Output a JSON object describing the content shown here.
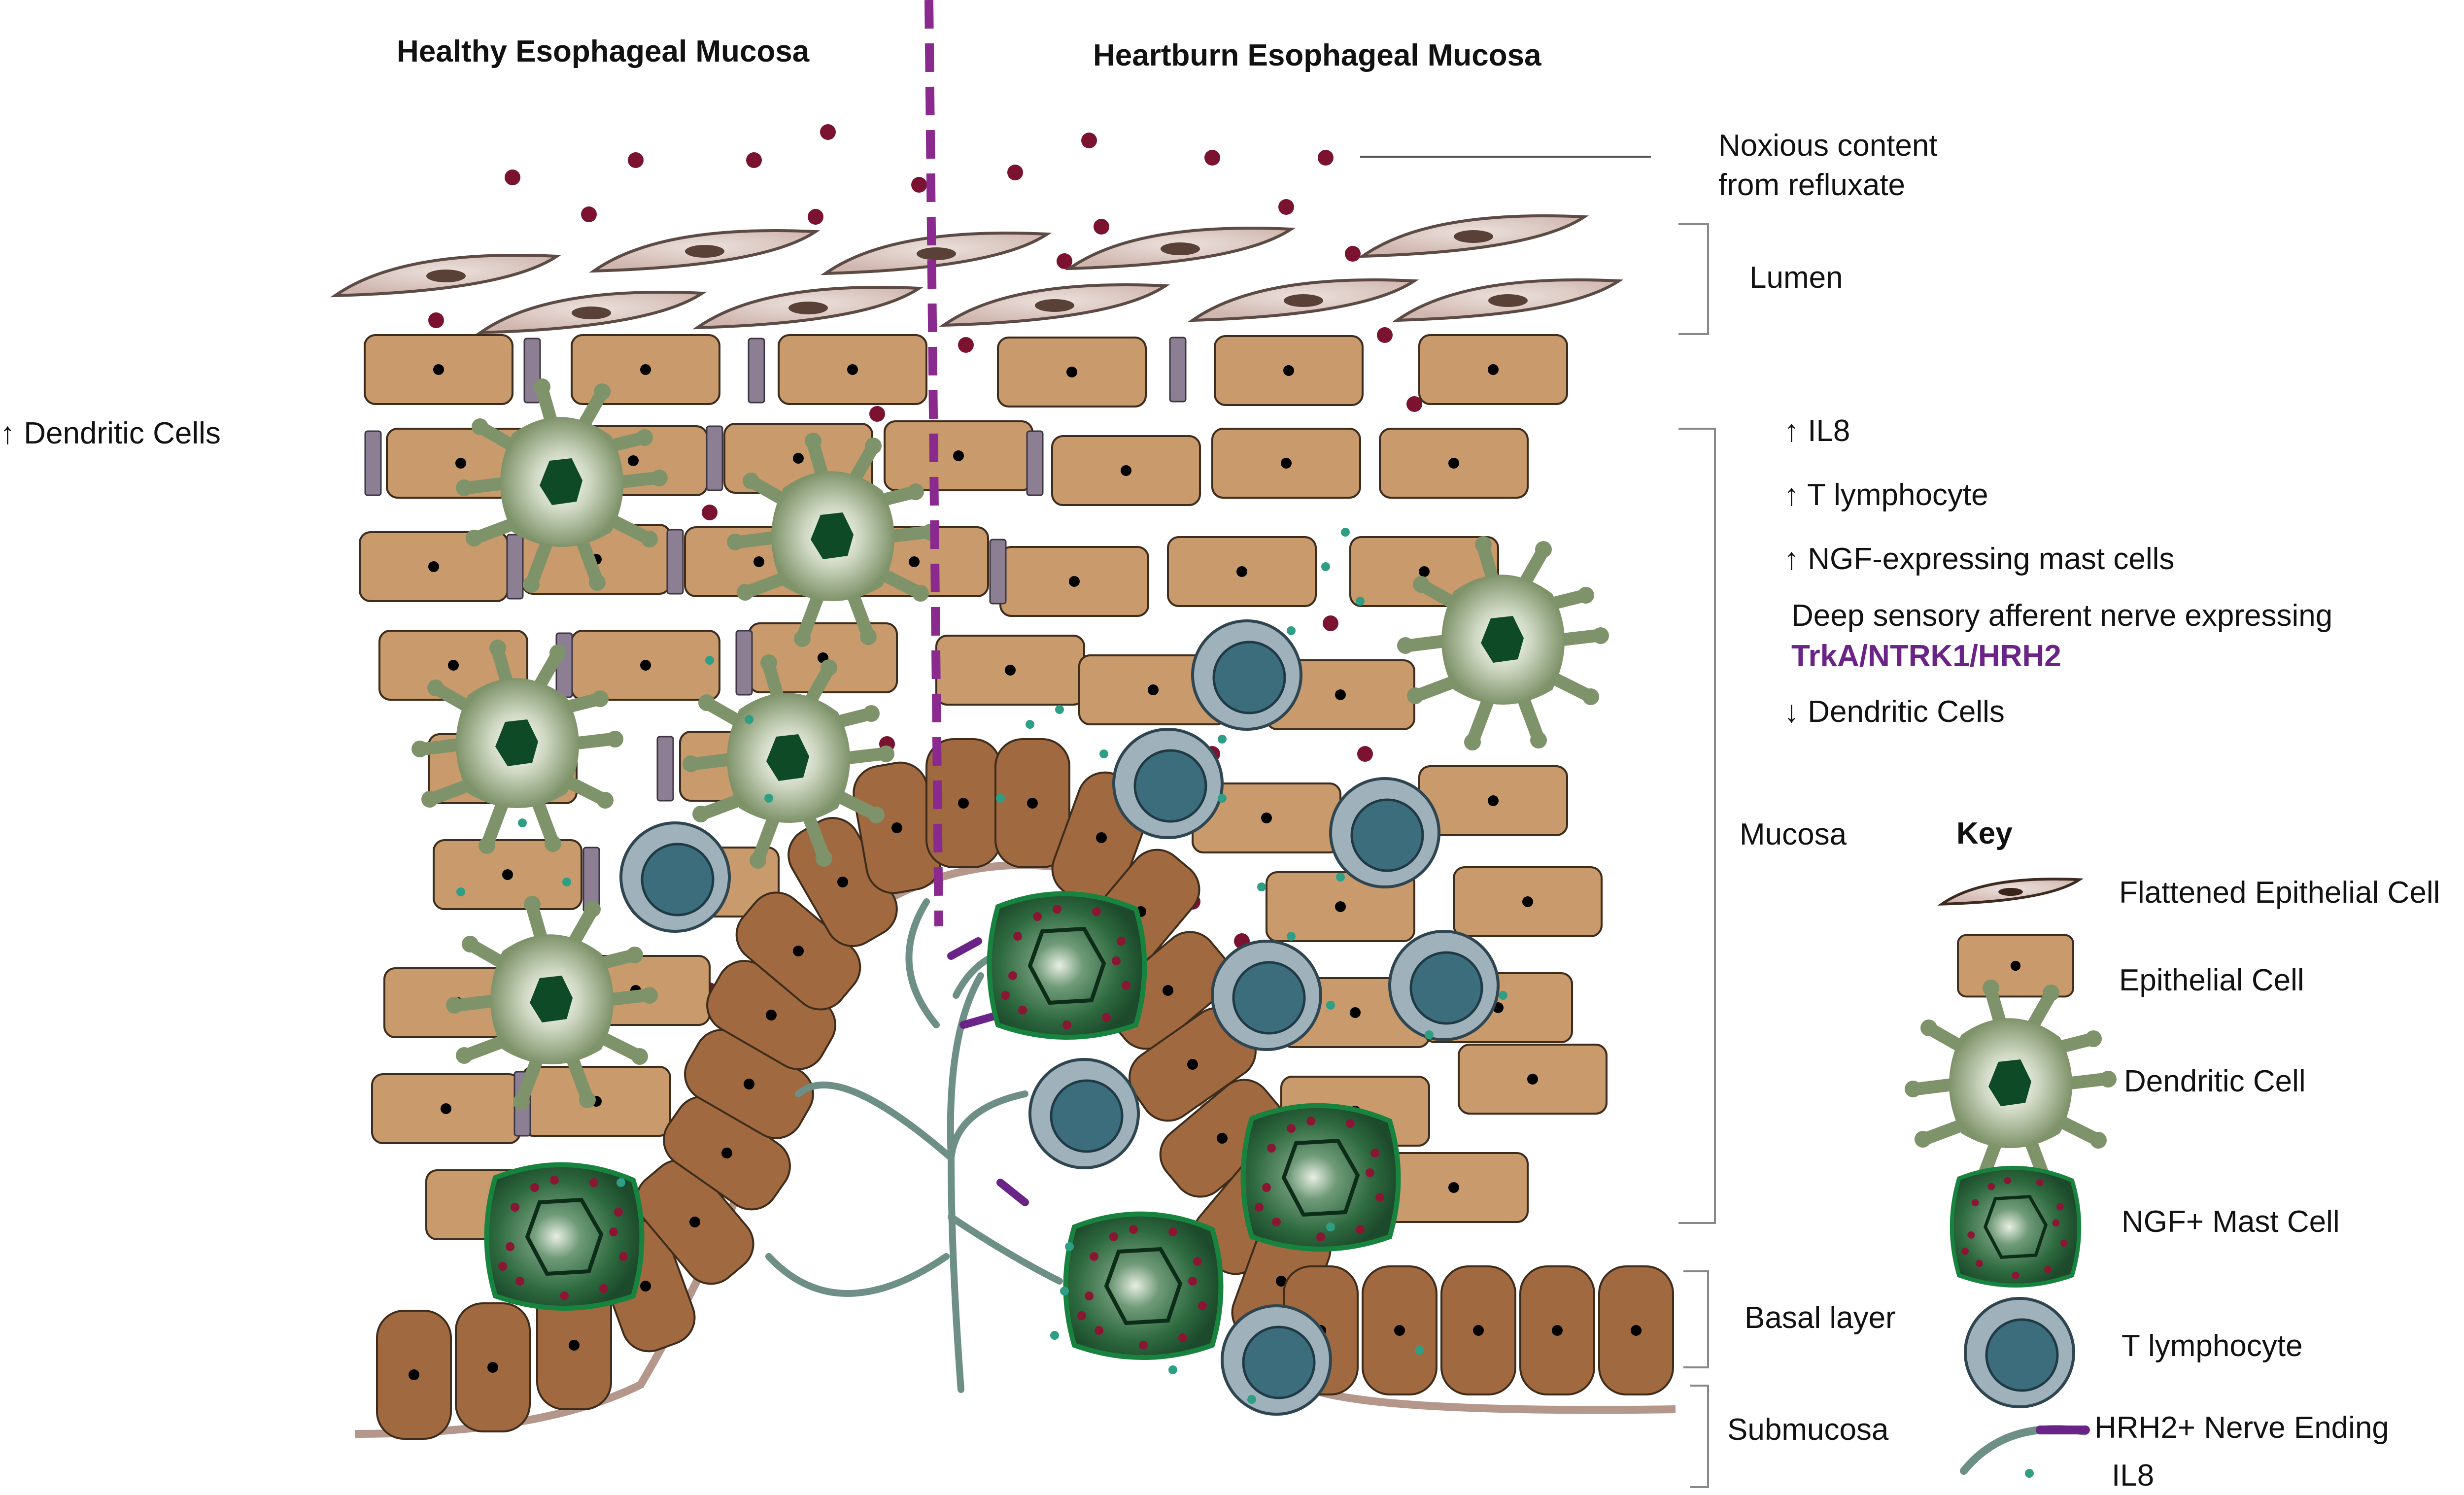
{
  "header": {
    "left_title": "Healthy Esophageal Mucosa",
    "right_title": "Heartburn Esophageal Mucosa"
  },
  "left_note": "↑ Dendritic Cells",
  "annotations": {
    "noxious_line1": "Noxious content",
    "noxious_line2": "from refluxate",
    "lumen": "Lumen",
    "mucosa": "Mucosa",
    "basal_layer": "Basal layer",
    "submucosa": "Submucosa"
  },
  "heartburn_changes": {
    "il8": "↑ IL8",
    "t_lymph": "↑ T lymphocyte",
    "ngf_mast": "↑ NGF-expressing mast cells",
    "nerve_line": "Deep sensory afferent nerve expressing",
    "nerve_genes": "TrkA/NTRK1/HRH2",
    "dendritic": "↓ Dendritic Cells"
  },
  "key": {
    "title": "Key",
    "items": [
      {
        "icon": "flattened-epithelial-cell-icon",
        "label": "Flattened Epithelial Cell"
      },
      {
        "icon": "epithelial-cell-icon",
        "label": "Epithelial Cell"
      },
      {
        "icon": "dendritic-cell-icon",
        "label": "Dendritic Cell"
      },
      {
        "icon": "ngf-mast-cell-icon",
        "label": "NGF+ Mast Cell"
      },
      {
        "icon": "t-lymphocyte-icon",
        "label": "T lymphocyte"
      },
      {
        "icon": "hrh2-nerve-ending-icon",
        "label": "HRH2+ Nerve Ending"
      },
      {
        "icon": "il8-dot-icon",
        "label": "IL8"
      }
    ]
  },
  "colors": {
    "flattened_cell": "#d9c2bb",
    "epithelial_cell": "#c99a6b",
    "basal_cell": "#a0693f",
    "dendritic_cell": "#7f936a",
    "dendritic_nucleus": "#0f4a27",
    "mast_cell": "#2e6a3f",
    "mast_granule": "#8a1633",
    "t_lymphocyte_outer": "#9fb1bb",
    "t_lymphocyte_inner": "#3c6d7d",
    "nerve": "#6d8f86",
    "nerve_ending": "#6a2387",
    "il8": "#2e9f85",
    "noxious": "#7a1230",
    "divider": "#8a2a8f",
    "junction": "#8c7f94",
    "basement_membrane": "#b4968b"
  }
}
